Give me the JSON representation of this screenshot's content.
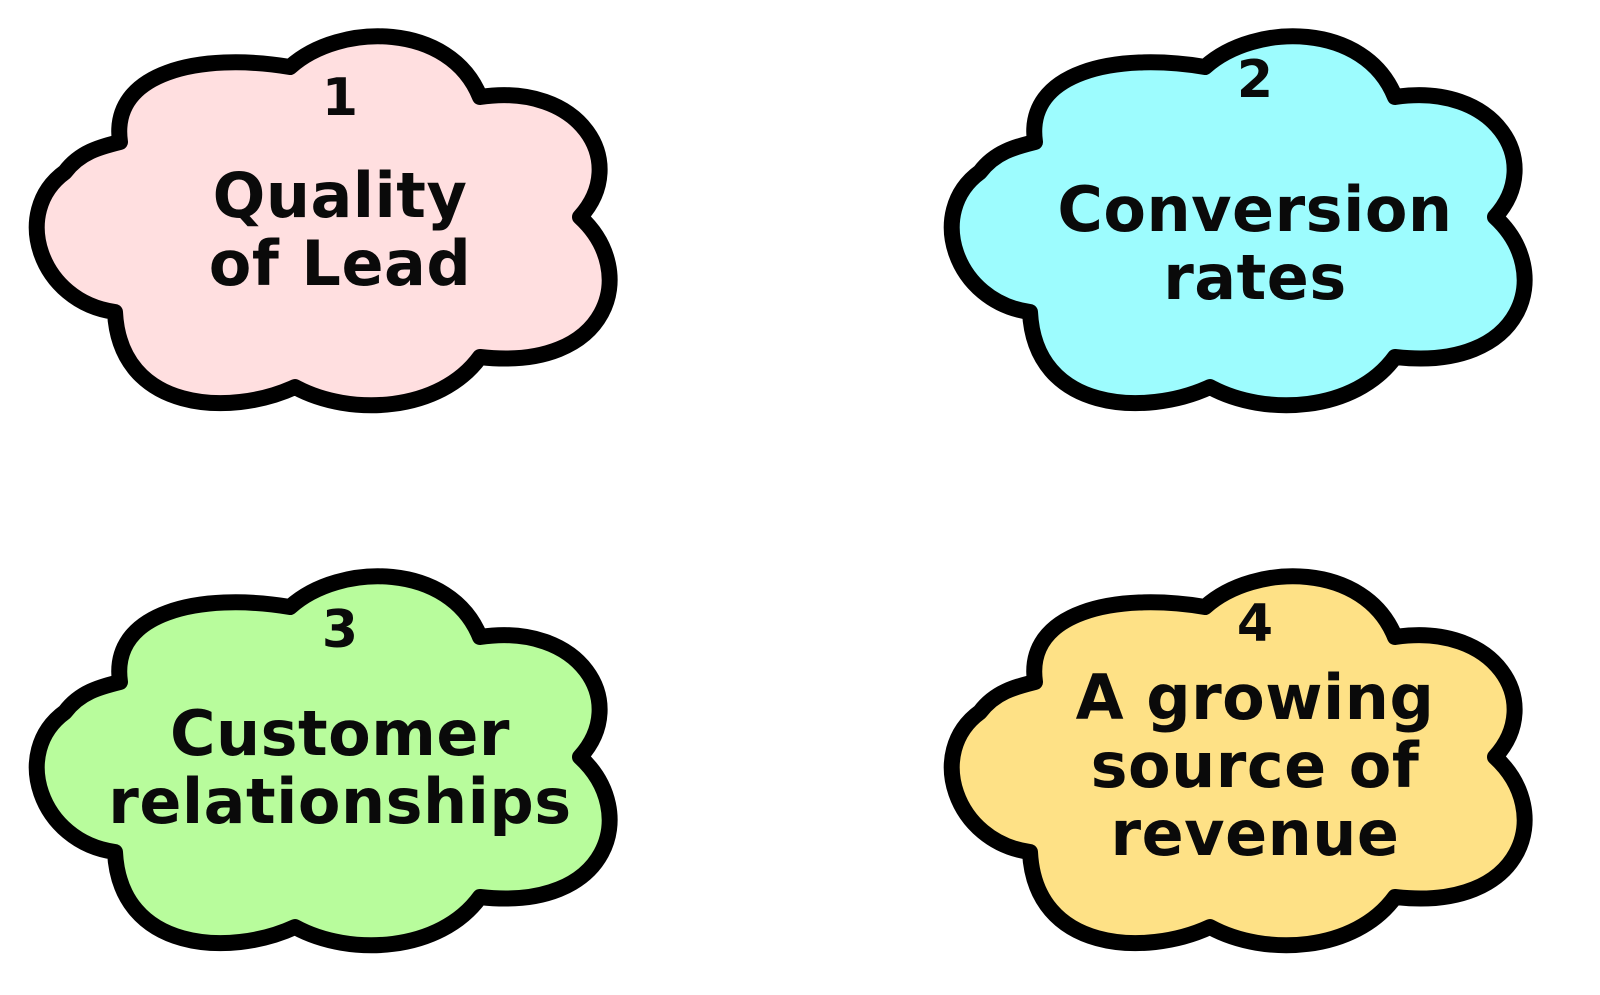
{
  "clouds": [
    {
      "number": "1",
      "label": "Quality\nof Lead",
      "fill": "#FFDFE0"
    },
    {
      "number": "2",
      "label": "Conversion\nrates",
      "fill": "#9DFCFE"
    },
    {
      "number": "3",
      "label": "Customer\nrelationships",
      "fill": "#B8FC9C"
    },
    {
      "number": "4",
      "label": "A growing\nsource of\nrevenue",
      "fill": "#FEE186"
    }
  ]
}
